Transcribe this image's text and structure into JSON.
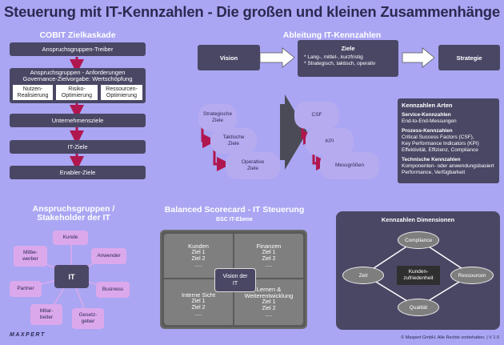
{
  "title": "Steuerung mit IT-Kennzahlen - Die großen und kleinen Zusammenhänge",
  "cobit": {
    "heading": "COBIT Zielkaskade",
    "b1": "Anspruchsgruppen-Treiber",
    "b2_line1": "Anspruchsgruppen - Anforderungen",
    "b2_line2": "Governance-Zielvorgabe: Wertschöpfung",
    "sub1_l1": "Nutzen-",
    "sub1_l2": "Realisierung",
    "sub2_l1": "Risiko-",
    "sub2_l2": "Optimierung",
    "sub3_l1": "Ressourcen-",
    "sub3_l2": "Optimierung",
    "b3": "Unternehmensziele",
    "b4": "IT-Ziele",
    "b5": "Enabler-Ziele"
  },
  "ableitung": {
    "heading": "Ableitung IT-Kennzahlen",
    "vision": "Vision",
    "ziele_title": "Ziele",
    "ziele_b1": "* Lang-, mittel-, kurzfristig",
    "ziele_b2": "* Strategisch, taktisch, operativ",
    "strategie": "Strategie",
    "strat_l1": "Strategische",
    "strat_l2": "Ziele",
    "takt_l1": "Taktische",
    "takt_l2": "Ziele",
    "oper_l1": "Operative",
    "oper_l2": "Ziele",
    "csf": "CSF",
    "kpi": "KPI",
    "mess": "Messgrößen"
  },
  "arten": {
    "heading": "Kennzahlen Arten",
    "t1": "Service-Kennzahlen",
    "d1": "End-to-End-Messungen",
    "t2": "Prozess-Kennzahlen",
    "d2a": "Critical Success Factors (CSF),",
    "d2b": "Key Performance Indicators (KPI)",
    "d2c": "Effektivität, Effizienz, Compliance",
    "t3": "Technische Kennzahlen",
    "d3a": "Komponenten- oder anwendungsbasiert",
    "d3b": "Performance, Verfügbarkeit"
  },
  "stakeholder": {
    "heading_l1": "Anspruchsgruppen /",
    "heading_l2": "Stakeholder der IT",
    "center": "IT",
    "kunde": "Kunde",
    "anwender": "Anwender",
    "business": "Business",
    "gesetz_l1": "Gesetz-",
    "gesetz_l2": "geber",
    "mitarb_l1": "Mitar-",
    "mitarb_l2": "beiter",
    "partner": "Partner",
    "mitbew_l1": "Mitbe-",
    "mitbew_l2": "werber"
  },
  "bsc": {
    "heading": "Balanced Scorecard - IT Steuerung",
    "sub": "BSC IT-Ebene",
    "kunden": "Kunden",
    "finanzen": "Finanzen",
    "intern": "Interne Sicht",
    "lernen_l1": "Lernen &",
    "lernen_l2": "Weiterentwicklung",
    "z1": "Ziel 1",
    "z2": "Ziel 2",
    "dots": ".....",
    "vision_l1": "Vision der",
    "vision_l2": "IT"
  },
  "dimensionen": {
    "heading": "Kennzahlen Dimensionen",
    "compliance": "Compliance",
    "zeit": "Zeit",
    "ressourcen": "Ressourcen",
    "qualitaet": "Qualität",
    "center_l1": "Kunden-",
    "center_l2": "zufriedenheit"
  },
  "footer": {
    "logo": "MAXPERT",
    "copyright": "© Maxpert GmbH. Alle Rechte vorbehalten.  |  V 1.0"
  },
  "colors": {
    "background": "#aaa6f3",
    "dark_box": "#4a4765",
    "arrow": "#b0174e",
    "title": "#2a2a52"
  }
}
